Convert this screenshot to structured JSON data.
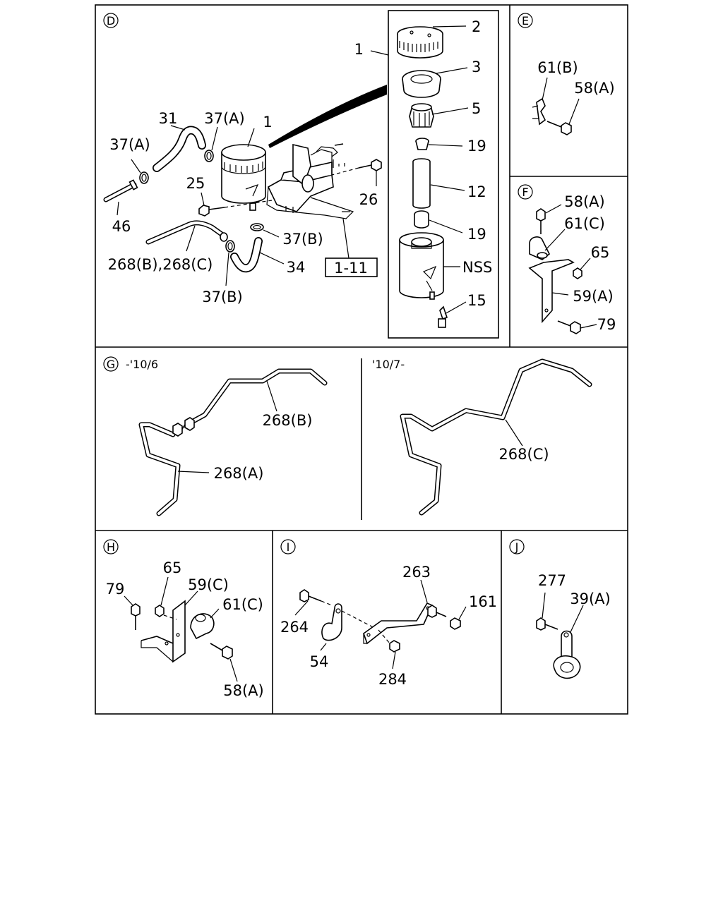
{
  "sections": {
    "D": {
      "marker": "D",
      "labels": [
        "1",
        "2",
        "3",
        "5",
        "19",
        "12",
        "19",
        "NSS",
        "15",
        "31",
        "37(A)",
        "1",
        "37(A)",
        "25",
        "26",
        "46",
        "37(B)",
        "268(B),268(C)",
        "34",
        "37(B)"
      ],
      "ref_box": "1-11"
    },
    "E": {
      "marker": "E",
      "labels": [
        "61(B)",
        "58(A)"
      ]
    },
    "F": {
      "marker": "F",
      "labels": [
        "58(A)",
        "61(C)",
        "65",
        "59(A)",
        "79"
      ]
    },
    "G": {
      "marker": "G",
      "left_date": "-'10/6",
      "right_date": "'10/7-",
      "labels": [
        "268(B)",
        "268(A)",
        "268(C)"
      ]
    },
    "H": {
      "marker": "H",
      "labels": [
        "65",
        "79",
        "59(C)",
        "61(C)",
        "58(A)"
      ]
    },
    "I": {
      "marker": "I",
      "labels": [
        "263",
        "161",
        "264",
        "54",
        "284"
      ]
    },
    "J": {
      "marker": "J",
      "labels": [
        "277",
        "39(A)"
      ]
    }
  }
}
